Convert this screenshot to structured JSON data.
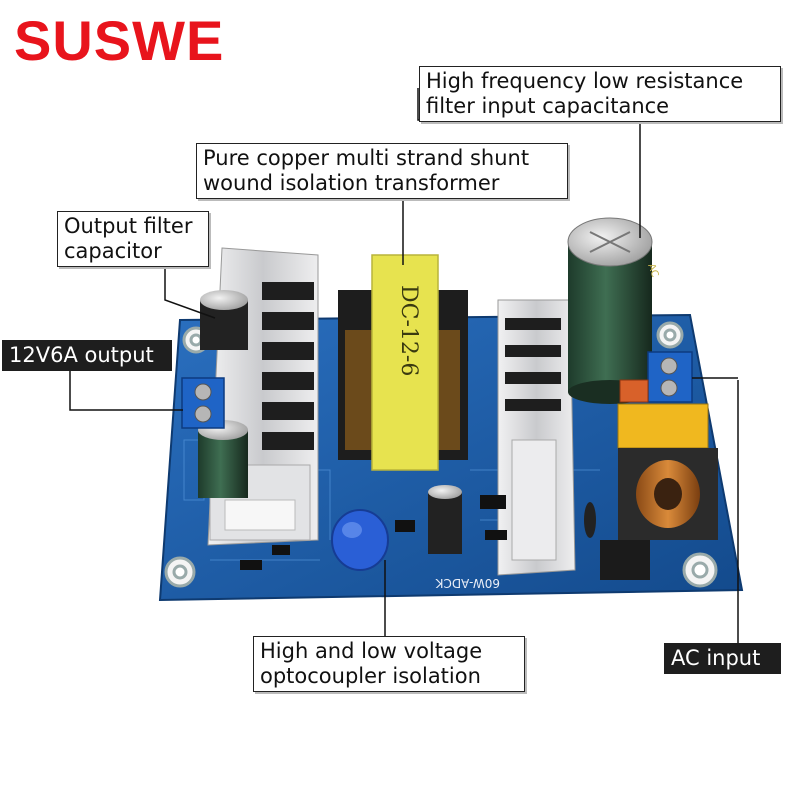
{
  "brand": "SUSWE",
  "callouts": {
    "capacitance": [
      "High frequency low resistance",
      "filter input capacitance"
    ],
    "transformer": [
      "Pure copper multi strand shunt",
      "wound isolation transformer"
    ],
    "filter_cap": [
      "Output filter",
      "capacitor"
    ],
    "output": "12V6A output",
    "optocoupler": [
      "High and low voltage",
      "optocoupler isolation"
    ],
    "ac_input": "AC input"
  },
  "board": {
    "transformer_marking": "DC-12-6",
    "board_marking": "60W-ADCK",
    "cap_marking": "AC"
  },
  "colors": {
    "brand": "#e8141c",
    "pcb": "#1a5aa8",
    "heatsink": "#d9dadc",
    "transformer": "#e7e34f"
  }
}
